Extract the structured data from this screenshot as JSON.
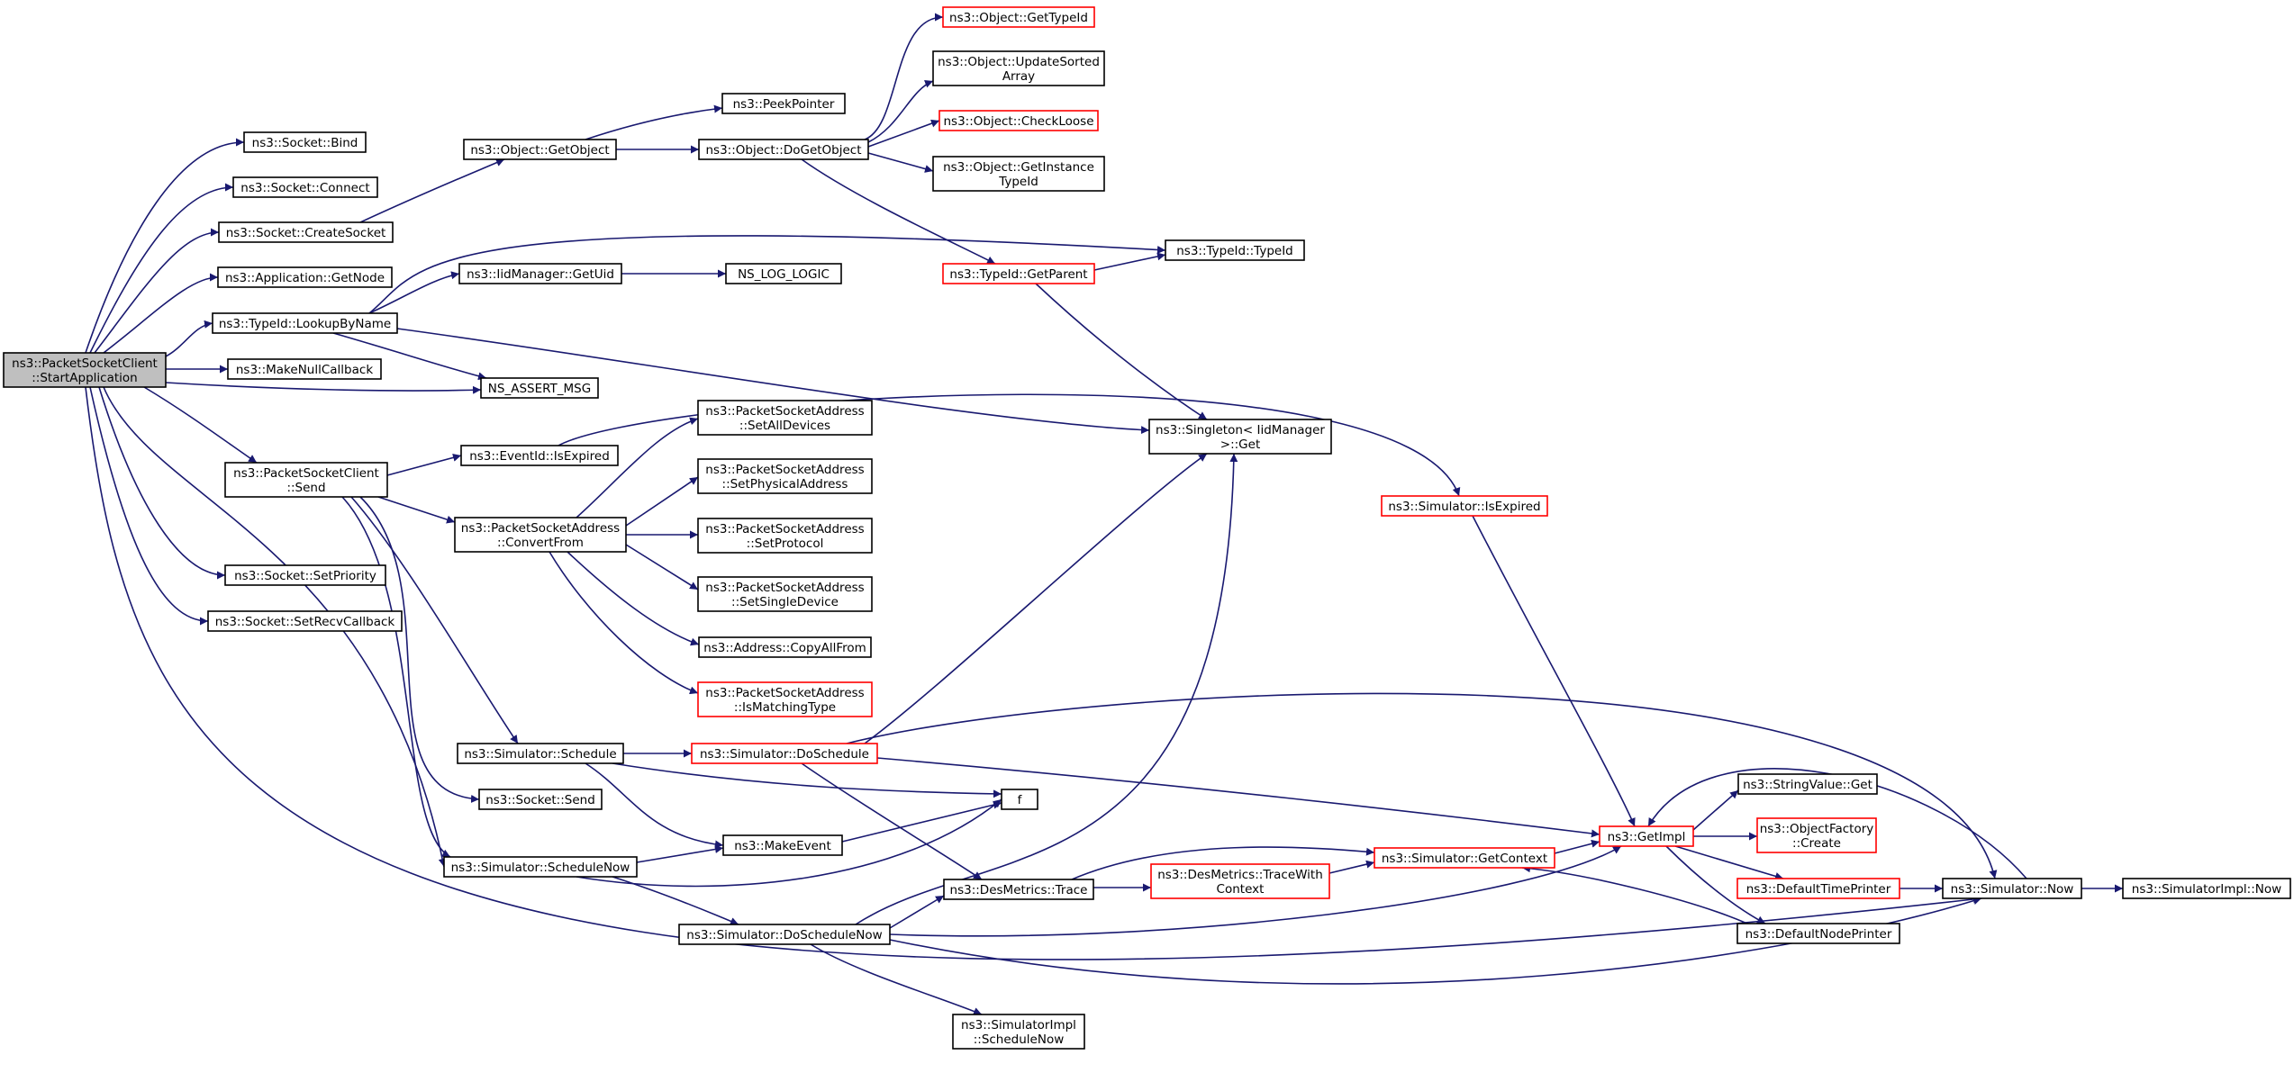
{
  "colors": {
    "edge": "#191970",
    "border": "#000000",
    "border_incomplete": "#ff0000",
    "root_fill": "#bfbfbf",
    "node_fill": "#ffffff"
  },
  "nodes": [
    {
      "id": "root",
      "lines": [
        "ns3::PacketSocketClient",
        "::StartApplication"
      ],
      "style": "root"
    },
    {
      "id": "socket_bind",
      "lines": [
        "ns3::Socket::Bind"
      ],
      "style": "normal"
    },
    {
      "id": "socket_connect",
      "lines": [
        "ns3::Socket::Connect"
      ],
      "style": "normal"
    },
    {
      "id": "socket_createsocket",
      "lines": [
        "ns3::Socket::CreateSocket"
      ],
      "style": "normal"
    },
    {
      "id": "app_getnode",
      "lines": [
        "ns3::Application::GetNode"
      ],
      "style": "normal"
    },
    {
      "id": "typeid_lookupbyname",
      "lines": [
        "ns3::TypeId::LookupByName"
      ],
      "style": "normal"
    },
    {
      "id": "makenullcallback",
      "lines": [
        "ns3::MakeNullCallback"
      ],
      "style": "normal"
    },
    {
      "id": "psc_send",
      "lines": [
        "ns3::PacketSocketClient",
        "::Send"
      ],
      "style": "normal"
    },
    {
      "id": "socket_setpriority",
      "lines": [
        "ns3::Socket::SetPriority"
      ],
      "style": "normal"
    },
    {
      "id": "socket_setrecvcallback",
      "lines": [
        "ns3::Socket::SetRecvCallback"
      ],
      "style": "normal"
    },
    {
      "id": "object_getobject",
      "lines": [
        "ns3::Object::GetObject"
      ],
      "style": "normal"
    },
    {
      "id": "iidmanager_getuid",
      "lines": [
        "ns3::IidManager::GetUid"
      ],
      "style": "normal"
    },
    {
      "id": "ns_assert_msg",
      "lines": [
        "NS_ASSERT_MSG"
      ],
      "style": "normal"
    },
    {
      "id": "eventid_isexpired",
      "lines": [
        "ns3::EventId::IsExpired"
      ],
      "style": "normal"
    },
    {
      "id": "psa_convertfrom",
      "lines": [
        "ns3::PacketSocketAddress",
        "::ConvertFrom"
      ],
      "style": "normal"
    },
    {
      "id": "sim_schedule",
      "lines": [
        "ns3::Simulator::Schedule"
      ],
      "style": "normal"
    },
    {
      "id": "socket_send",
      "lines": [
        "ns3::Socket::Send"
      ],
      "style": "normal"
    },
    {
      "id": "sim_schedulenow",
      "lines": [
        "ns3::Simulator::ScheduleNow"
      ],
      "style": "normal"
    },
    {
      "id": "peekpointer",
      "lines": [
        "ns3::PeekPointer"
      ],
      "style": "normal"
    },
    {
      "id": "object_dogetobject",
      "lines": [
        "ns3::Object::DoGetObject"
      ],
      "style": "normal"
    },
    {
      "id": "ns_log_logic",
      "lines": [
        "NS_LOG_LOGIC"
      ],
      "style": "normal"
    },
    {
      "id": "psa_setalldevices",
      "lines": [
        "ns3::PacketSocketAddress",
        "::SetAllDevices"
      ],
      "style": "normal"
    },
    {
      "id": "psa_setphysicaladdress",
      "lines": [
        "ns3::PacketSocketAddress",
        "::SetPhysicalAddress"
      ],
      "style": "normal"
    },
    {
      "id": "psa_setprotocol",
      "lines": [
        "ns3::PacketSocketAddress",
        "::SetProtocol"
      ],
      "style": "normal"
    },
    {
      "id": "psa_setsingledevice",
      "lines": [
        "ns3::PacketSocketAddress",
        "::SetSingleDevice"
      ],
      "style": "normal"
    },
    {
      "id": "address_copyallfrom",
      "lines": [
        "ns3::Address::CopyAllFrom"
      ],
      "style": "normal"
    },
    {
      "id": "psa_ismatchingtype",
      "lines": [
        "ns3::PacketSocketAddress",
        "::IsMatchingType"
      ],
      "style": "incomplete"
    },
    {
      "id": "sim_doschedule",
      "lines": [
        "ns3::Simulator::DoSchedule"
      ],
      "style": "incomplete"
    },
    {
      "id": "makeevent",
      "lines": [
        "ns3::MakeEvent"
      ],
      "style": "normal"
    },
    {
      "id": "sim_doschedulenow",
      "lines": [
        "ns3::Simulator::DoScheduleNow"
      ],
      "style": "normal"
    },
    {
      "id": "object_gettypeid",
      "lines": [
        "ns3::Object::GetTypeId"
      ],
      "style": "incomplete"
    },
    {
      "id": "object_updatesortedarray",
      "lines": [
        "ns3::Object::UpdateSorted",
        "Array"
      ],
      "style": "normal"
    },
    {
      "id": "object_checkloose",
      "lines": [
        "ns3::Object::CheckLoose"
      ],
      "style": "incomplete"
    },
    {
      "id": "object_getinstancetypeid",
      "lines": [
        "ns3::Object::GetInstance",
        "TypeId"
      ],
      "style": "normal"
    },
    {
      "id": "typeid_getparent",
      "lines": [
        "ns3::TypeId::GetParent"
      ],
      "style": "incomplete"
    },
    {
      "id": "f",
      "lines": [
        "f"
      ],
      "style": "normal"
    },
    {
      "id": "desmetrics_trace",
      "lines": [
        "ns3::DesMetrics::Trace"
      ],
      "style": "normal"
    },
    {
      "id": "simimpl_schedulenow",
      "lines": [
        "ns3::SimulatorImpl",
        "::ScheduleNow"
      ],
      "style": "normal"
    },
    {
      "id": "typeid_typeid",
      "lines": [
        "ns3::TypeId::TypeId"
      ],
      "style": "normal"
    },
    {
      "id": "singleton_get",
      "lines": [
        "ns3::Singleton< IidManager",
        " >::Get"
      ],
      "style": "normal"
    },
    {
      "id": "desmetrics_tracewithcontext",
      "lines": [
        "ns3::DesMetrics::TraceWith",
        "Context"
      ],
      "style": "incomplete"
    },
    {
      "id": "sim_getcontext",
      "lines": [
        "ns3::Simulator::GetContext"
      ],
      "style": "incomplete"
    },
    {
      "id": "sim_isexpired",
      "lines": [
        "ns3::Simulator::IsExpired"
      ],
      "style": "incomplete"
    },
    {
      "id": "getimpl",
      "lines": [
        "ns3::GetImpl"
      ],
      "style": "incomplete"
    },
    {
      "id": "stringvalue_get",
      "lines": [
        "ns3::StringValue::Get"
      ],
      "style": "normal"
    },
    {
      "id": "objectfactory_create",
      "lines": [
        "ns3::ObjectFactory",
        "::Create"
      ],
      "style": "incomplete"
    },
    {
      "id": "defaulttimeprinter",
      "lines": [
        "ns3::DefaultTimePrinter"
      ],
      "style": "incomplete"
    },
    {
      "id": "defaultnodeprinter",
      "lines": [
        "ns3::DefaultNodePrinter"
      ],
      "style": "normal"
    },
    {
      "id": "sim_now",
      "lines": [
        "ns3::Simulator::Now"
      ],
      "style": "normal"
    },
    {
      "id": "simimpl_now",
      "lines": [
        "ns3::SimulatorImpl::Now"
      ],
      "style": "normal"
    }
  ],
  "edges": [
    [
      "root",
      "socket_bind"
    ],
    [
      "root",
      "socket_connect"
    ],
    [
      "root",
      "socket_createsocket"
    ],
    [
      "root",
      "app_getnode"
    ],
    [
      "root",
      "typeid_lookupbyname"
    ],
    [
      "root",
      "makenullcallback"
    ],
    [
      "root",
      "ns_assert_msg"
    ],
    [
      "root",
      "psc_send"
    ],
    [
      "root",
      "socket_setpriority"
    ],
    [
      "root",
      "socket_setrecvcallback"
    ],
    [
      "root",
      "sim_schedulenow"
    ],
    [
      "root",
      "sim_now"
    ],
    [
      "socket_createsocket",
      "object_getobject"
    ],
    [
      "object_getobject",
      "peekpointer"
    ],
    [
      "object_getobject",
      "object_dogetobject"
    ],
    [
      "object_dogetobject",
      "object_gettypeid"
    ],
    [
      "object_dogetobject",
      "object_updatesortedarray"
    ],
    [
      "object_dogetobject",
      "object_checkloose"
    ],
    [
      "object_dogetobject",
      "object_getinstancetypeid"
    ],
    [
      "object_dogetobject",
      "typeid_getparent"
    ],
    [
      "typeid_lookupbyname",
      "iidmanager_getuid"
    ],
    [
      "typeid_lookupbyname",
      "ns_assert_msg"
    ],
    [
      "typeid_lookupbyname",
      "singleton_get"
    ],
    [
      "typeid_lookupbyname",
      "typeid_typeid"
    ],
    [
      "iidmanager_getuid",
      "ns_log_logic"
    ],
    [
      "typeid_getparent",
      "typeid_typeid"
    ],
    [
      "typeid_getparent",
      "singleton_get"
    ],
    [
      "psc_send",
      "eventid_isexpired"
    ],
    [
      "psc_send",
      "psa_convertfrom"
    ],
    [
      "psc_send",
      "sim_schedule"
    ],
    [
      "psc_send",
      "socket_send"
    ],
    [
      "psc_send",
      "sim_schedulenow"
    ],
    [
      "eventid_isexpired",
      "sim_isexpired"
    ],
    [
      "psa_convertfrom",
      "psa_setalldevices"
    ],
    [
      "psa_convertfrom",
      "psa_setphysicaladdress"
    ],
    [
      "psa_convertfrom",
      "psa_setprotocol"
    ],
    [
      "psa_convertfrom",
      "psa_setsingledevice"
    ],
    [
      "psa_convertfrom",
      "address_copyallfrom"
    ],
    [
      "psa_convertfrom",
      "psa_ismatchingtype"
    ],
    [
      "sim_schedule",
      "sim_doschedule"
    ],
    [
      "sim_schedule",
      "makeevent"
    ],
    [
      "sim_schedule",
      "f"
    ],
    [
      "sim_doschedule",
      "singleton_get"
    ],
    [
      "sim_doschedule",
      "desmetrics_trace"
    ],
    [
      "sim_doschedule",
      "getimpl"
    ],
    [
      "sim_doschedule",
      "sim_now"
    ],
    [
      "sim_schedulenow",
      "makeevent"
    ],
    [
      "sim_schedulenow",
      "f"
    ],
    [
      "sim_schedulenow",
      "sim_doschedulenow"
    ],
    [
      "makeevent",
      "f"
    ],
    [
      "sim_doschedulenow",
      "desmetrics_trace"
    ],
    [
      "sim_doschedulenow",
      "singleton_get"
    ],
    [
      "sim_doschedulenow",
      "getimpl"
    ],
    [
      "sim_doschedulenow",
      "sim_now"
    ],
    [
      "sim_doschedulenow",
      "simimpl_schedulenow"
    ],
    [
      "desmetrics_trace",
      "desmetrics_tracewithcontext"
    ],
    [
      "desmetrics_trace",
      "sim_getcontext"
    ],
    [
      "desmetrics_tracewithcontext",
      "sim_getcontext"
    ],
    [
      "sim_getcontext",
      "getimpl"
    ],
    [
      "sim_isexpired",
      "getimpl"
    ],
    [
      "getimpl",
      "stringvalue_get"
    ],
    [
      "getimpl",
      "objectfactory_create"
    ],
    [
      "getimpl",
      "defaulttimeprinter"
    ],
    [
      "getimpl",
      "defaultnodeprinter"
    ],
    [
      "defaulttimeprinter",
      "sim_now"
    ],
    [
      "defaultnodeprinter",
      "sim_getcontext"
    ],
    [
      "sim_now",
      "getimpl"
    ],
    [
      "sim_now",
      "simimpl_now"
    ]
  ]
}
